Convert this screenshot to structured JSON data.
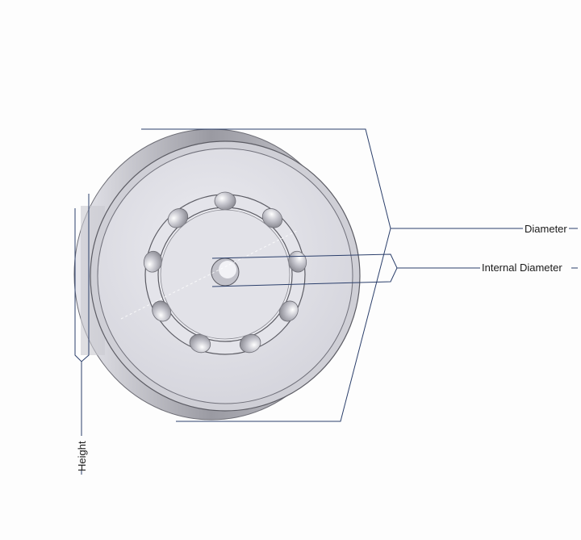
{
  "labels": {
    "diameter": "Diameter",
    "internal_diameter": "Internal Diameter",
    "height": "Height"
  },
  "colors": {
    "leader_line": "#2b3f6b",
    "face": "#dcdce3",
    "rim": "#b8b8c0"
  },
  "balls": 9
}
